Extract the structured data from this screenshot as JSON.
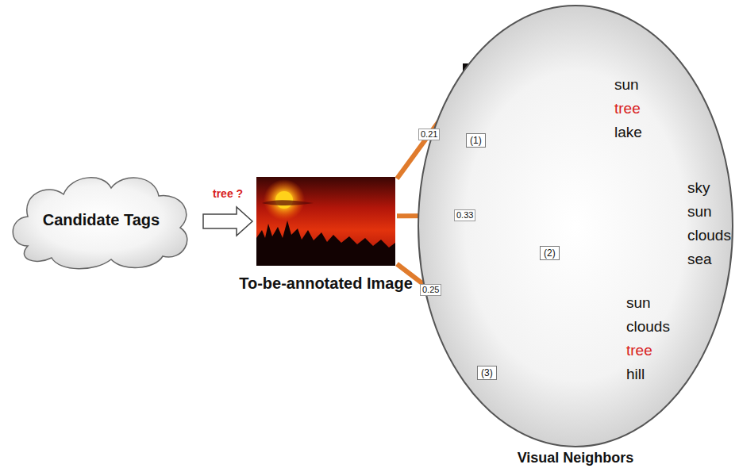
{
  "diagram": {
    "nodes": [
      {
        "text": [
          "Candidate Tags"
        ]
      },
      {
        "text": [
          "To-be-annotated Image"
        ]
      },
      {
        "text": [
          "Visual Neighbors"
        ]
      },
      {
        "text": [
          "(1)",
          "sun",
          "tree",
          "lake"
        ],
        "in": 2
      },
      {
        "text": [
          "(2)",
          "sky",
          "sun",
          "clouds",
          "sea"
        ],
        "in": 2
      },
      {
        "text": [
          "(3)",
          "sun",
          "clouds",
          "tree",
          "hill"
        ],
        "in": 2
      }
    ],
    "edges": [
      {
        "from": 0,
        "to": 1,
        "arrow": "to",
        "label": "tree ?"
      },
      {
        "from": 1,
        "to": 3,
        "arrow": "to",
        "label": "0.21"
      },
      {
        "from": 1,
        "to": 4,
        "arrow": "to",
        "label": "0.33"
      },
      {
        "from": 1,
        "to": 5,
        "arrow": "to",
        "label": "0.25"
      }
    ]
  }
}
